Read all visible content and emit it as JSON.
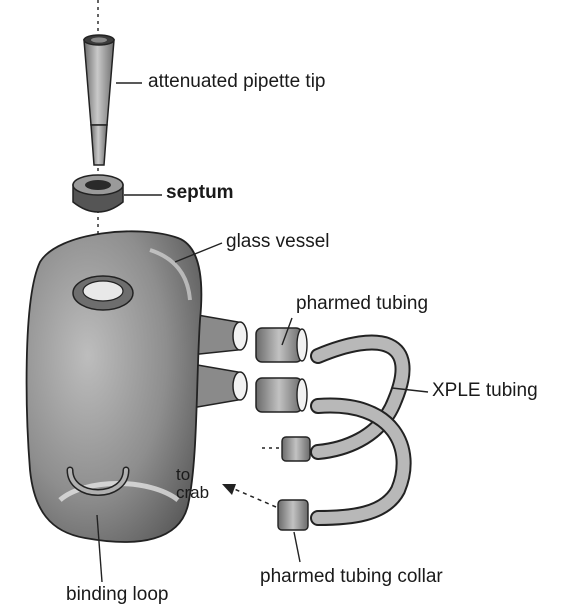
{
  "labels": {
    "pipette_tip": "attenuated pipette tip",
    "septum": "septum",
    "glass_vessel": "glass vessel",
    "pharmed_tubing": "pharmed tubing",
    "xple_tubing": "XPLE tubing",
    "to_crab": "to\ncrab",
    "binding_loop": "binding loop",
    "pharmed_tubing_collar": "pharmed tubing collar"
  }
}
